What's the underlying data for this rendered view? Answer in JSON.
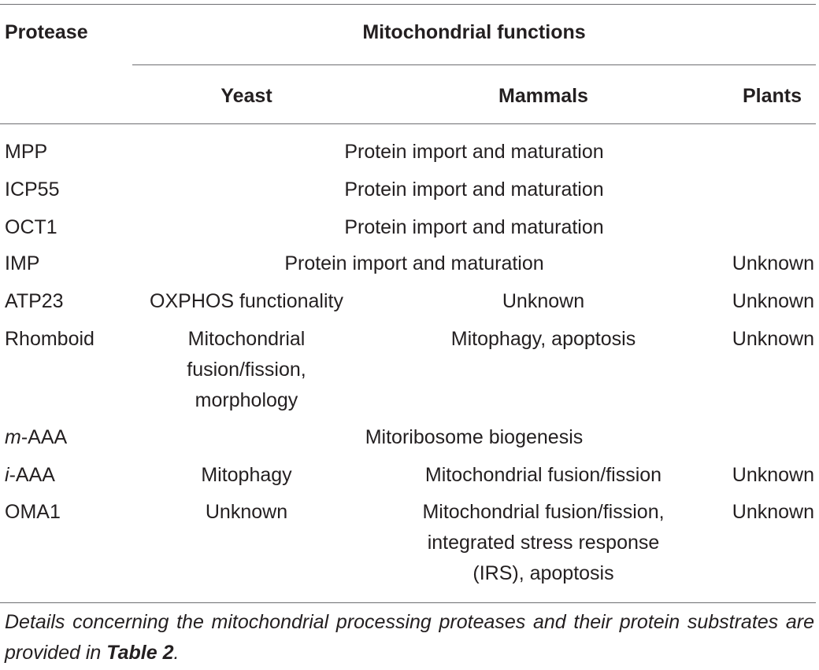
{
  "header": {
    "protease": "Protease",
    "group": "Mitochondrial functions",
    "yeast": "Yeast",
    "mammals": "Mammals",
    "plants": "Plants"
  },
  "rows": [
    {
      "protease": "MPP",
      "span_all": "Protein import and maturation"
    },
    {
      "protease": "ICP55",
      "span_all": "Protein import and maturation"
    },
    {
      "protease": "OCT1",
      "span_all": "Protein import and maturation"
    },
    {
      "protease": "IMP",
      "span_yeast_mammals": "Protein import and maturation",
      "plants": "Unknown"
    },
    {
      "protease": "ATP23",
      "yeast": "OXPHOS functionality",
      "mammals": "Unknown",
      "plants": "Unknown"
    },
    {
      "protease": "Rhomboid",
      "yeast": [
        "Mitochondrial",
        "fusion/fission,",
        "morphology"
      ],
      "mammals": "Mitophagy, apoptosis",
      "plants": "Unknown"
    },
    {
      "protease_prefix": "m",
      "protease_suffix": "-AAA",
      "span_all": "Mitoribosome biogenesis"
    },
    {
      "protease_prefix": "i",
      "protease_suffix": "-AAA",
      "yeast": "Mitophagy",
      "mammals": "Mitochondrial fusion/fission",
      "plants": "Unknown"
    },
    {
      "protease": "OMA1",
      "yeast": "Unknown",
      "mammals": [
        "Mitochondrial fusion/fission,",
        "integrated stress response",
        "(IRS), apoptosis"
      ],
      "plants": "Unknown"
    }
  ],
  "footnote": {
    "text": "Details concerning the mitochondrial processing proteases and their protein substrates are provided in ",
    "ref": "Table 2",
    "end": "."
  }
}
